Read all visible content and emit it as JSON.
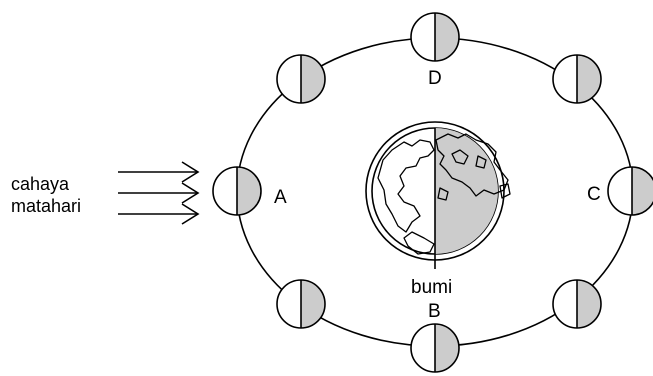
{
  "labels": {
    "sunlight_line1": "cahaya",
    "sunlight_line2": "matahari",
    "earth": "bumi",
    "position_a": "A",
    "position_b": "B",
    "position_c": "C",
    "position_d": "D"
  },
  "colors": {
    "line": "#000000",
    "shadow": "#cccccc",
    "lit": "#ffffff"
  },
  "moon_phase_positions": [
    "left-A",
    "upper-left",
    "top-D",
    "upper-right",
    "right-C",
    "lower-right",
    "bottom-B",
    "lower-left"
  ],
  "icons": {
    "sunlight": "arrow-right-icon",
    "moon": "half-shaded-circle-icon",
    "earth": "globe-icon"
  }
}
